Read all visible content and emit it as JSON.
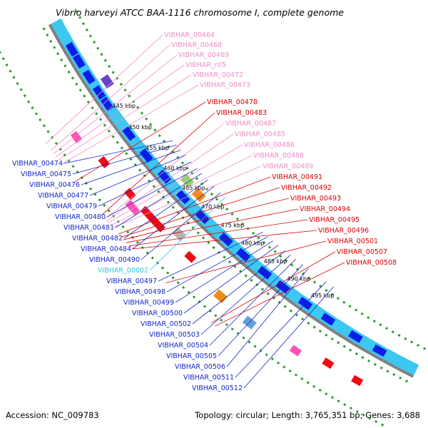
{
  "title": "Vibrio harveyi ATCC BAA-1116 chromosome I, complete genome",
  "footer": {
    "accession": "Accession: NC_009783",
    "summary": "Topology: circular; Length: 3,765,351 bp; Genes: 3,688"
  },
  "colors": {
    "backbone": "#808080",
    "forward_track": "#3cc8f0",
    "gene_blue": "#0a1ee6",
    "gene_red": "#f00a14",
    "gene_pink": "#ff50b4",
    "label_blue": "#1428c8",
    "label_red": "#dc0000",
    "label_pink": "#f08cc8",
    "label_cyan": "#28c8f0",
    "dotted_ring": "#2a9a2a"
  },
  "kbp_ticks": [
    {
      "label": "445 kbp",
      "t": 0.205
    },
    {
      "label": "450 kbp",
      "t": 0.265
    },
    {
      "label": "455 kbp",
      "t": 0.325
    },
    {
      "label": "460 kbp",
      "t": 0.385
    },
    {
      "label": "465 kbp",
      "t": 0.445
    },
    {
      "label": "470 kbp",
      "t": 0.505
    },
    {
      "label": "475 kbp",
      "t": 0.565
    },
    {
      "label": "480 kbp",
      "t": 0.625
    },
    {
      "label": "485 kbp",
      "t": 0.69
    },
    {
      "label": "490 kbp",
      "t": 0.755
    },
    {
      "label": "495 kbp",
      "t": 0.82
    }
  ],
  "gene_labels": {
    "pink_top": [
      {
        "text": "VIBHAR_00464",
        "t": 0.155
      },
      {
        "text": "VIBHAR_00468",
        "t": 0.172
      },
      {
        "text": "VIBHAR_00469",
        "t": 0.18
      },
      {
        "text": "VIBHAR_r05",
        "t": 0.188
      },
      {
        "text": "VIBHAR_00472",
        "t": 0.196
      },
      {
        "text": "VIBHAR_00473",
        "t": 0.206
      }
    ],
    "right": [
      {
        "text": "VIBHAR_00478",
        "color": "red",
        "t": 0.25
      },
      {
        "text": "VIBHAR_00483",
        "color": "red",
        "t": 0.335
      },
      {
        "text": "VIBHAR_00487",
        "color": "pink",
        "t": 0.345
      },
      {
        "text": "VIBHAR_00485",
        "color": "pink",
        "t": 0.35
      },
      {
        "text": "VIBHAR_00486",
        "color": "pink",
        "t": 0.355
      },
      {
        "text": "VIBHAR_00488",
        "color": "pink",
        "t": 0.362
      },
      {
        "text": "VIBHAR_00489",
        "color": "pink",
        "t": 0.368
      },
      {
        "text": "VIBHAR_00491",
        "color": "red",
        "t": 0.385
      },
      {
        "text": "VIBHAR_00492",
        "color": "red",
        "t": 0.393
      },
      {
        "text": "VIBHAR_00493",
        "color": "red",
        "t": 0.4
      },
      {
        "text": "VIBHAR_00494",
        "color": "red",
        "t": 0.408
      },
      {
        "text": "VIBHAR_00495",
        "color": "red",
        "t": 0.417
      },
      {
        "text": "VIBHAR_00496",
        "color": "red",
        "t": 0.425
      },
      {
        "text": "VIBHAR_00501",
        "color": "red",
        "t": 0.52
      },
      {
        "text": "VIBHAR_00507",
        "color": "red",
        "t": 0.64
      },
      {
        "text": "VIBHAR_00508",
        "color": "red",
        "t": 0.65
      }
    ],
    "left": [
      {
        "text": "VIBHAR_00474",
        "color": "blue",
        "t": 0.312
      },
      {
        "text": "VIBHAR_00475",
        "color": "blue",
        "t": 0.325
      },
      {
        "text": "VIBHAR_00476",
        "color": "blue",
        "t": 0.34
      },
      {
        "text": "VIBHAR_00477",
        "color": "blue",
        "t": 0.355
      },
      {
        "text": "VIBHAR_00479",
        "color": "blue",
        "t": 0.375
      },
      {
        "text": "VIBHAR_00480",
        "color": "blue",
        "t": 0.395
      },
      {
        "text": "VIBHAR_00481",
        "color": "blue",
        "t": 0.41
      },
      {
        "text": "VIBHAR_00482",
        "color": "blue",
        "t": 0.43
      },
      {
        "text": "VIBHAR_00484",
        "color": "blue",
        "t": 0.45
      },
      {
        "text": "VIBHAR_00490",
        "color": "blue",
        "t": 0.47
      },
      {
        "text": "VIBHAR_00002",
        "color": "cyan",
        "t": 0.485
      },
      {
        "text": "VIBHAR_00497",
        "color": "blue",
        "t": 0.6
      },
      {
        "text": "VIBHAR_00498",
        "color": "blue",
        "t": 0.615
      },
      {
        "text": "VIBHAR_00499",
        "color": "blue",
        "t": 0.63
      },
      {
        "text": "VIBHAR_00500",
        "color": "blue",
        "t": 0.645
      },
      {
        "text": "VIBHAR_00502",
        "color": "blue",
        "t": 0.665
      },
      {
        "text": "VIBHAR_00503",
        "color": "blue",
        "t": 0.68
      },
      {
        "text": "VIBHAR_00504",
        "color": "blue",
        "t": 0.695
      },
      {
        "text": "VIBHAR_00505",
        "color": "blue",
        "t": 0.715
      },
      {
        "text": "VIBHAR_00506",
        "color": "blue",
        "t": 0.73
      },
      {
        "text": "VIBHAR_00511",
        "color": "blue",
        "t": 0.78
      },
      {
        "text": "VIBHAR_00512",
        "color": "blue",
        "t": 0.8
      }
    ]
  }
}
